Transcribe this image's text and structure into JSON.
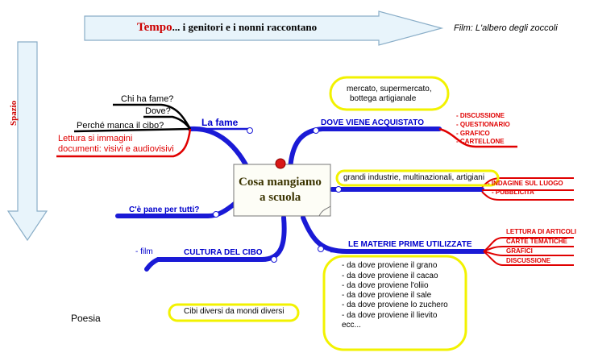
{
  "colors": {
    "branch_blue": "#1a1ad6",
    "branch_black": "#000000",
    "branch_red": "#e00000",
    "highlight_yellow": "#f2f200",
    "arrow_fill": "#e8f4fb",
    "arrow_stroke": "#8aaec8",
    "title_red": "#cc0000",
    "center_text": "#3a3300"
  },
  "header": {
    "tempo": "Tempo",
    "tempo_rest": "... i genitori e i nonni raccontano",
    "film_note": "Film: L'albero degli zoccoli"
  },
  "side_arrow": {
    "label": "Spazio"
  },
  "center": {
    "line1": "Cosa mangiamo",
    "line2": "a scuola"
  },
  "branches": {
    "la_fame": {
      "label": "La fame",
      "questions": [
        "Chi ha fame?",
        "Dove?",
        "Perché manca il cibo?"
      ],
      "reading": [
        "Lettura si immagini",
        "documenti: visivi e audiovisivi"
      ]
    },
    "dove_acquistato": {
      "label": "DOVE VIENE ACQUISTATO",
      "bubble": [
        "mercato, supermercato,",
        "bottega artigianale"
      ],
      "activities": [
        "- DISCUSSIONE",
        "- QUESTIONARIO",
        "- GRAFICO",
        "- CARTELLONE"
      ]
    },
    "industrie": {
      "bubble": "grandi industrie, multinazionali, artigiani",
      "activities": [
        "- INDAGINE SUL LUOGO",
        "- PUBBLICITA'"
      ]
    },
    "pane": {
      "label": "C'è pane per tutti?"
    },
    "cultura": {
      "label": "CULTURA DEL CIBO",
      "film": "- film"
    },
    "materie": {
      "label": "LE MATERIE PRIME UTILIZZATE",
      "activities": [
        "LETTURA DI ARTICOLI",
        "CARTE TEMATICHE",
        "GRAFICI",
        "DISCUSSIONE"
      ],
      "list": [
        "- da dove proviene il grano",
        "- da dove proviene il cacao",
        "- da dove proviene l'oliio",
        "- da dove proviene il sale",
        "- da dove proviene lo zuchero",
        "- da dove proviene il lievito",
        "ecc..."
      ]
    }
  },
  "bottom": {
    "poesia": "Poesia",
    "cibi": "Cibi diversi da mondi diversi"
  }
}
